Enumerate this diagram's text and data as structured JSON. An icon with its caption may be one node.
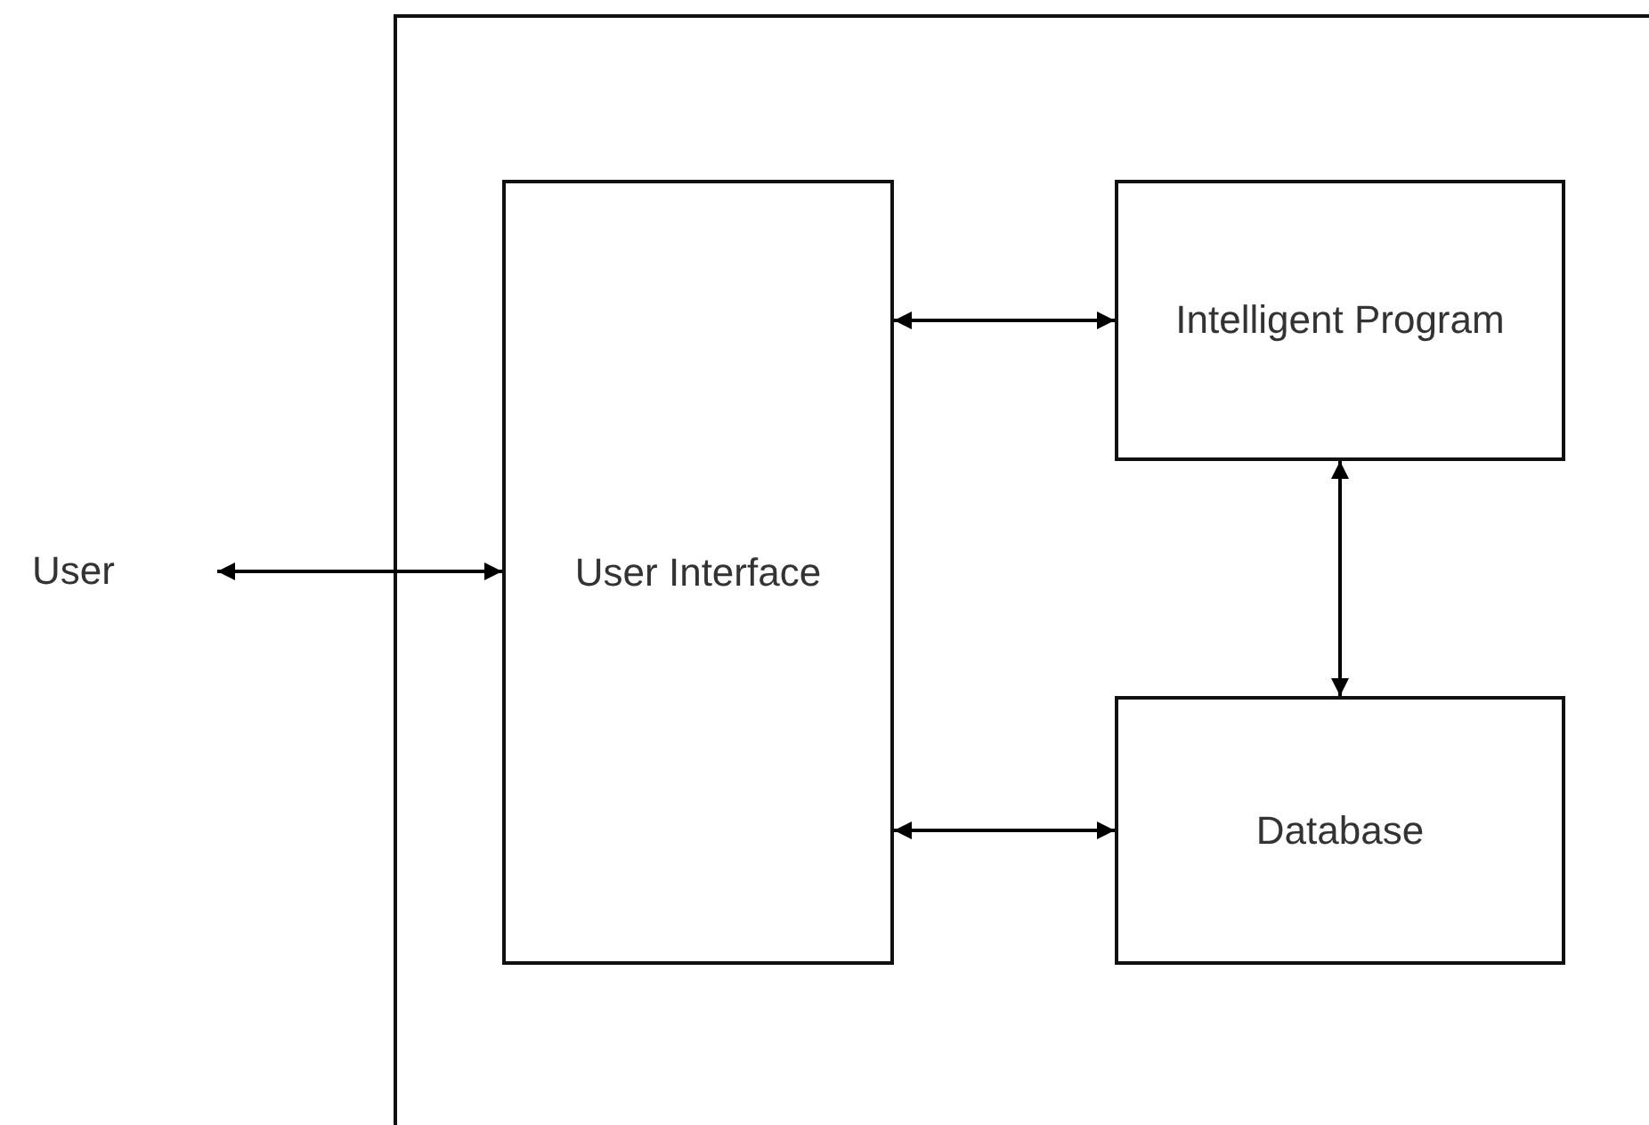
{
  "diagram": {
    "nodes": [
      {
        "text": [],
        "shape": "box"
      },
      {
        "text": [
          "User Interface"
        ],
        "in": 0
      },
      {
        "text": [
          "Intelligent Program"
        ],
        "in": 0
      },
      {
        "text": [
          "Database"
        ],
        "in": 0
      },
      {
        "text": [
          "User"
        ]
      }
    ],
    "edges": [
      {
        "from": 4,
        "to": 1,
        "arrow": "both"
      },
      {
        "from": 1,
        "to": 2,
        "arrow": "both"
      },
      {
        "from": 2,
        "to": 3,
        "arrow": "both"
      },
      {
        "from": 1,
        "to": 3,
        "arrow": "both"
      }
    ]
  }
}
